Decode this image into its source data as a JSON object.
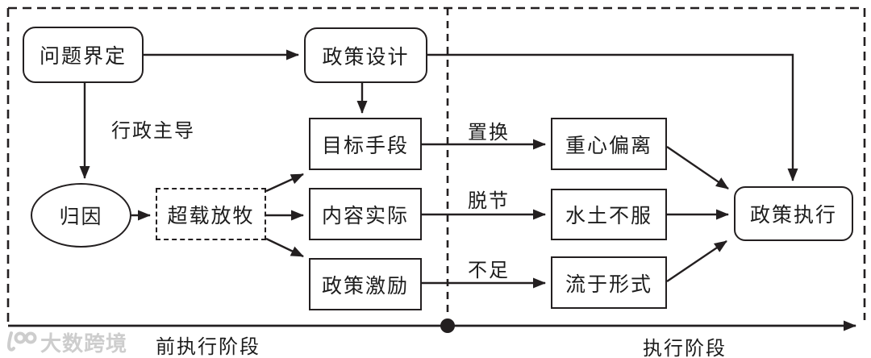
{
  "diagram": {
    "nodes": {
      "problem_definition": {
        "label": "问题界定"
      },
      "policy_design": {
        "label": "政策设计"
      },
      "goal_means": {
        "label": "目标手段"
      },
      "content_reality": {
        "label": "内容实际"
      },
      "policy_incentive": {
        "label": "政策激励"
      },
      "attribution": {
        "label": "归因"
      },
      "overgrazing": {
        "label": "超载放牧"
      },
      "focus_deviation": {
        "label": "重心偏离"
      },
      "unacclimatized": {
        "label": "水土不服"
      },
      "mere_formality": {
        "label": "流于形式"
      },
      "policy_implementation": {
        "label": "政策执行"
      }
    },
    "edge_labels": {
      "administrative_led": "行政主导",
      "substitution": "置换",
      "disconnection": "脱节",
      "insufficiency": "不足"
    },
    "phases": {
      "pre_implementation": "前执行阶段",
      "implementation": "执行阶段"
    },
    "watermark": {
      "brand": "大数跨境"
    },
    "colors": {
      "line": "#231f20",
      "text": "#1c1c1c",
      "background": "#ffffff",
      "watermark": "#cdcdcd"
    }
  }
}
